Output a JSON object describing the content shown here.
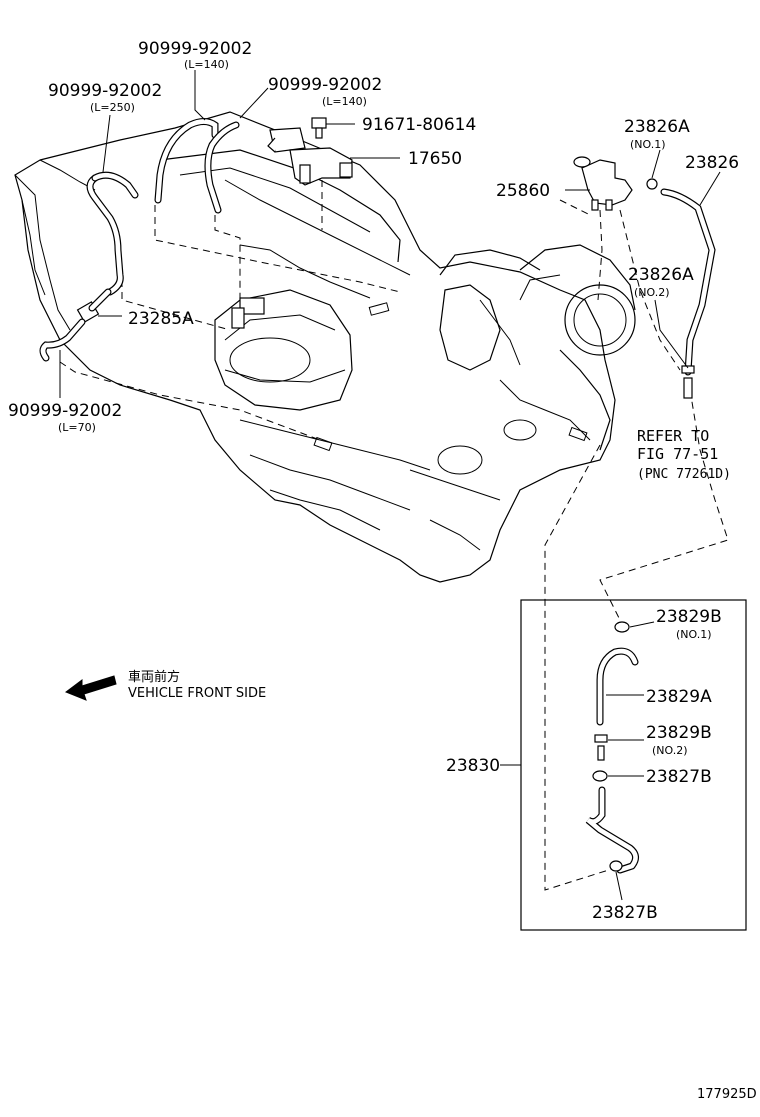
{
  "labels": {
    "hose_top_center": {
      "pn": "90999-92002",
      "note": "(L=140)"
    },
    "hose_top_left": {
      "pn": "90999-92002",
      "note": "(L=250)"
    },
    "hose_top_right": {
      "pn": "90999-92002",
      "note": "(L=140)"
    },
    "bolt": {
      "pn": "91671-80614"
    },
    "vsv_bracket": {
      "pn": "17650"
    },
    "valve": {
      "pn": "25860"
    },
    "clamp_no1": {
      "pn": "23826A",
      "note": "(NO.1)"
    },
    "hose_right": {
      "pn": "23826"
    },
    "clamp_no2": {
      "pn": "23826A",
      "note": "(NO.2)"
    },
    "connector_left": {
      "pn": "23285A"
    },
    "hose_bottom_left": {
      "pn": "90999-92002",
      "note": "(L=70)"
    },
    "refer": {
      "line1": "REFER TO",
      "line2": "FIG 77-51",
      "line3": "(PNC 77261D)"
    },
    "assembly": {
      "pn": "23830"
    },
    "kit_clamp_no1": {
      "pn": "23829B",
      "note": "(NO.1)"
    },
    "kit_hose": {
      "pn": "23829A"
    },
    "kit_clamp_no2": {
      "pn": "23829B",
      "note": "(NO.2)"
    },
    "kit_clip_a": {
      "pn": "23827B"
    },
    "kit_clip_b": {
      "pn": "23827B"
    }
  },
  "direction": {
    "jp": "車両前方",
    "en": "VEHICLE FRONT SIDE"
  },
  "figure_id": "177925D"
}
